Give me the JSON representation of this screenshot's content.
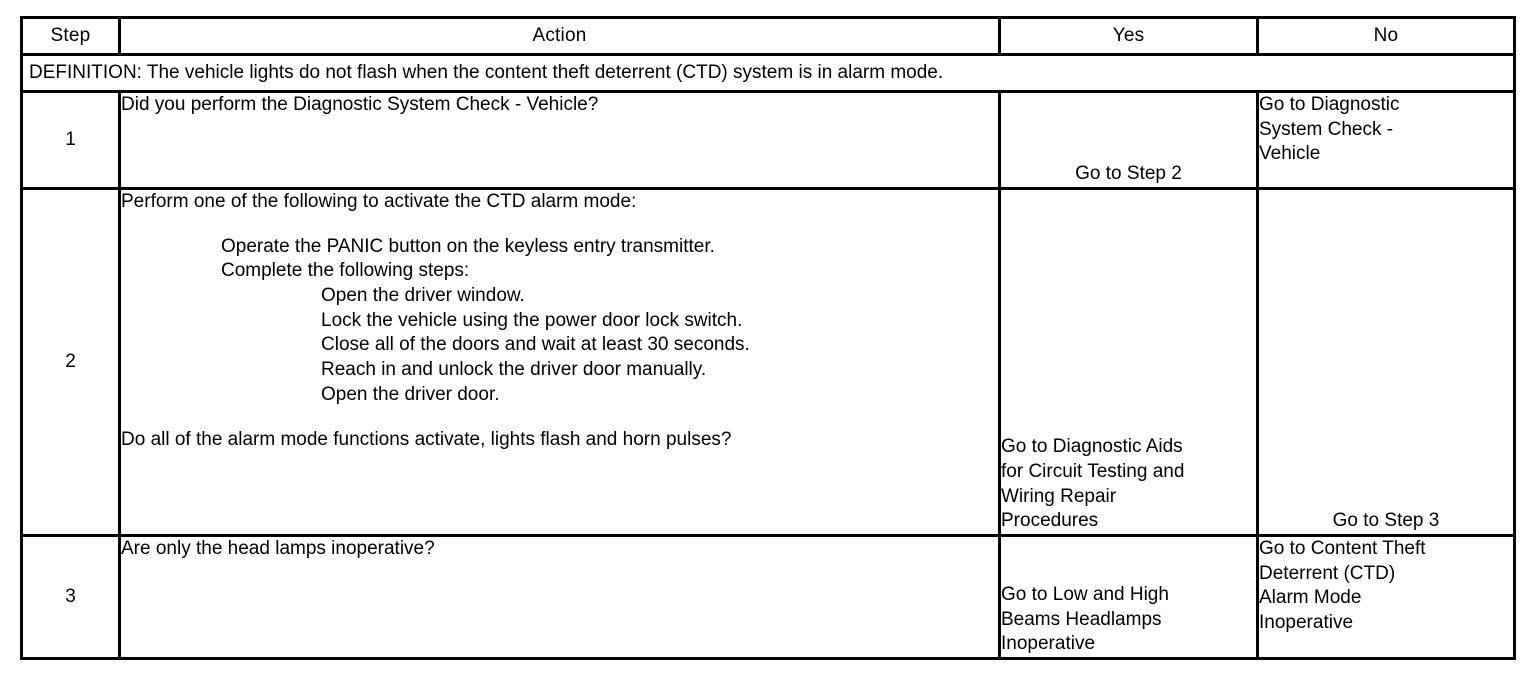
{
  "table": {
    "columns": [
      {
        "key": "step",
        "label": "Step"
      },
      {
        "key": "action",
        "label": "Action"
      },
      {
        "key": "yes",
        "label": "Yes"
      },
      {
        "key": "no",
        "label": "No"
      }
    ],
    "definition": "DEFINITION: The vehicle lights do not flash when the content theft deterrent (CTD) system is in alarm mode.",
    "rows": [
      {
        "step": "1",
        "action_lines": [
          {
            "text": "Did you perform the Diagnostic System Check - Vehicle?",
            "indent": 0
          }
        ],
        "yes_lines": [
          "Go to Step 2"
        ],
        "no_lines": [
          "Go to Diagnostic",
          "System Check -",
          "Vehicle"
        ]
      },
      {
        "step": "2",
        "action_lines": [
          {
            "text": "Perform one of the following to activate the CTD alarm mode:",
            "indent": 0
          },
          {
            "text": "",
            "indent": 0
          },
          {
            "text": "Operate the PANIC button on the keyless entry transmitter.",
            "indent": 1
          },
          {
            "text": "Complete the following steps:",
            "indent": 1
          },
          {
            "text": "Open the driver window.",
            "indent": 2
          },
          {
            "text": "Lock the vehicle using the power door lock switch.",
            "indent": 2
          },
          {
            "text": "Close all of the doors and wait at least 30 seconds.",
            "indent": 2
          },
          {
            "text": "Reach in and unlock the driver door manually.",
            "indent": 2
          },
          {
            "text": "Open the driver door.",
            "indent": 2
          },
          {
            "text": "",
            "indent": 0
          },
          {
            "text": "Do all of the alarm mode functions activate, lights flash and horn pulses?",
            "indent": 0
          }
        ],
        "yes_lines": [
          "Go to Diagnostic Aids",
          "for Circuit Testing and",
          "Wiring Repair",
          "Procedures"
        ],
        "no_lines": [
          "Go to Step 3"
        ]
      },
      {
        "step": "3",
        "action_lines": [
          {
            "text": "Are only the head lamps inoperative?",
            "indent": 0
          }
        ],
        "yes_lines": [
          "Go to Low and High",
          "Beams Headlamps",
          "Inoperative"
        ],
        "no_lines": [
          "Go to Content Theft",
          "Deterrent (CTD)",
          "Alarm Mode",
          "Inoperative"
        ]
      }
    ]
  },
  "colors": {
    "border": "#000000",
    "text": "#000000",
    "background": "#ffffff"
  }
}
